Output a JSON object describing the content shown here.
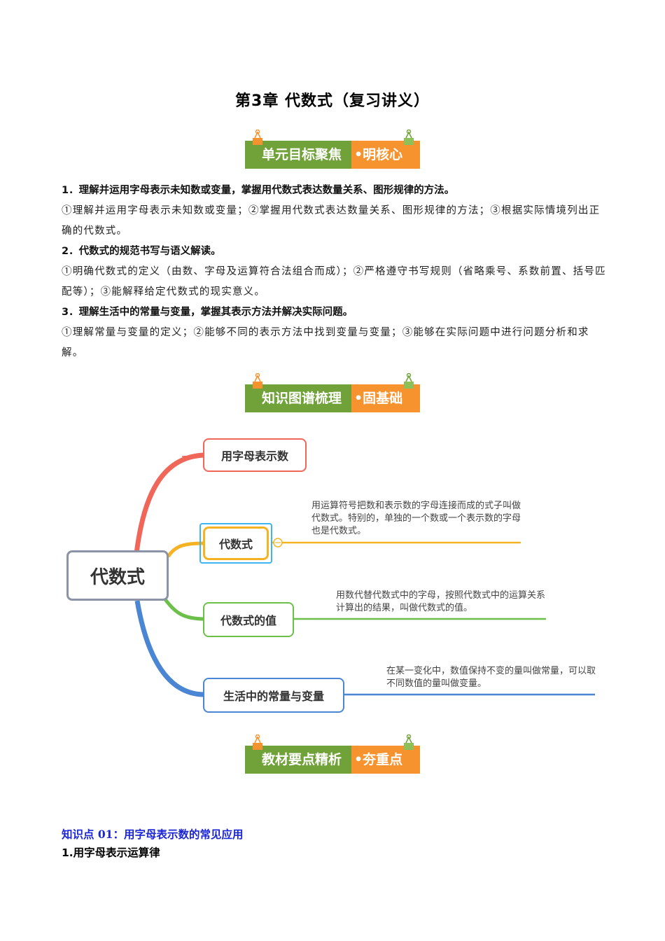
{
  "document": {
    "title": "第3章  代数式（复习讲义）",
    "banners": [
      {
        "left_label": "单元目标聚焦",
        "right_label": "•明核心"
      },
      {
        "left_label": "知识图谱梳理",
        "right_label": "•固基础"
      },
      {
        "left_label": "教材要点精析",
        "right_label": "•夯重点"
      }
    ],
    "objectives": [
      {
        "heading": "1．理解并运用字母表示未知数或变量，掌握用代数式表达数量关系、图形规律的方法。",
        "detail": "①理解并运用字母表示未知数或变量；②掌握用代数式表达数量关系、图形规律的方法；③根据实际情境列出正确的代数式。"
      },
      {
        "heading": "2．代数式的规范书写与语义解读。",
        "detail": "①明确代数式的定义（由数、字母及运算符合法组合而成）；②严格遵守书写规则（省略乘号、系数前置、括号匹配等）；③能解释给定代数式的现实意义。"
      },
      {
        "heading": "3．理解生活中的常量与变量，掌握其表示方法并解决实际问题。",
        "detail": "①理解常量与变量的定义；②能够不同的表示方法中找到变量与变量；③能够在实际问题中进行问题分析和求解。"
      }
    ],
    "mindmap": {
      "root": "代数式",
      "branches": [
        {
          "label": "用字母表示数",
          "color": "#f0675a",
          "note": ""
        },
        {
          "label": "代数式",
          "color": "#f5b324",
          "note": "用运算符号把数和表示数的字母连接而成的式子叫做代数式。特别的，单独的一个数或一个表示数的字母也是代数式。"
        },
        {
          "label": "代数式的值",
          "color": "#6cc04a",
          "note": "用数代替代数式中的字母，按照代数式中的运算关系计算出的结果，叫做代数式的值。"
        },
        {
          "label": "生活中的常量与变量",
          "color": "#4a86d4",
          "note": "在某一变化中，数值保持不变的量叫做常量，可以取不同数值的量叫做变量。"
        }
      ],
      "root_border_color": "#8a94a6",
      "selection_color": "#3db5f0"
    },
    "knowledge_point": {
      "title": "知识点 01：用字母表示数的常见应用",
      "subtitle": "1.用字母表示运算律"
    },
    "colors": {
      "banner_green": "#71a23a",
      "banner_orange": "#f7932e",
      "kp_blue": "#1a25d6"
    }
  }
}
